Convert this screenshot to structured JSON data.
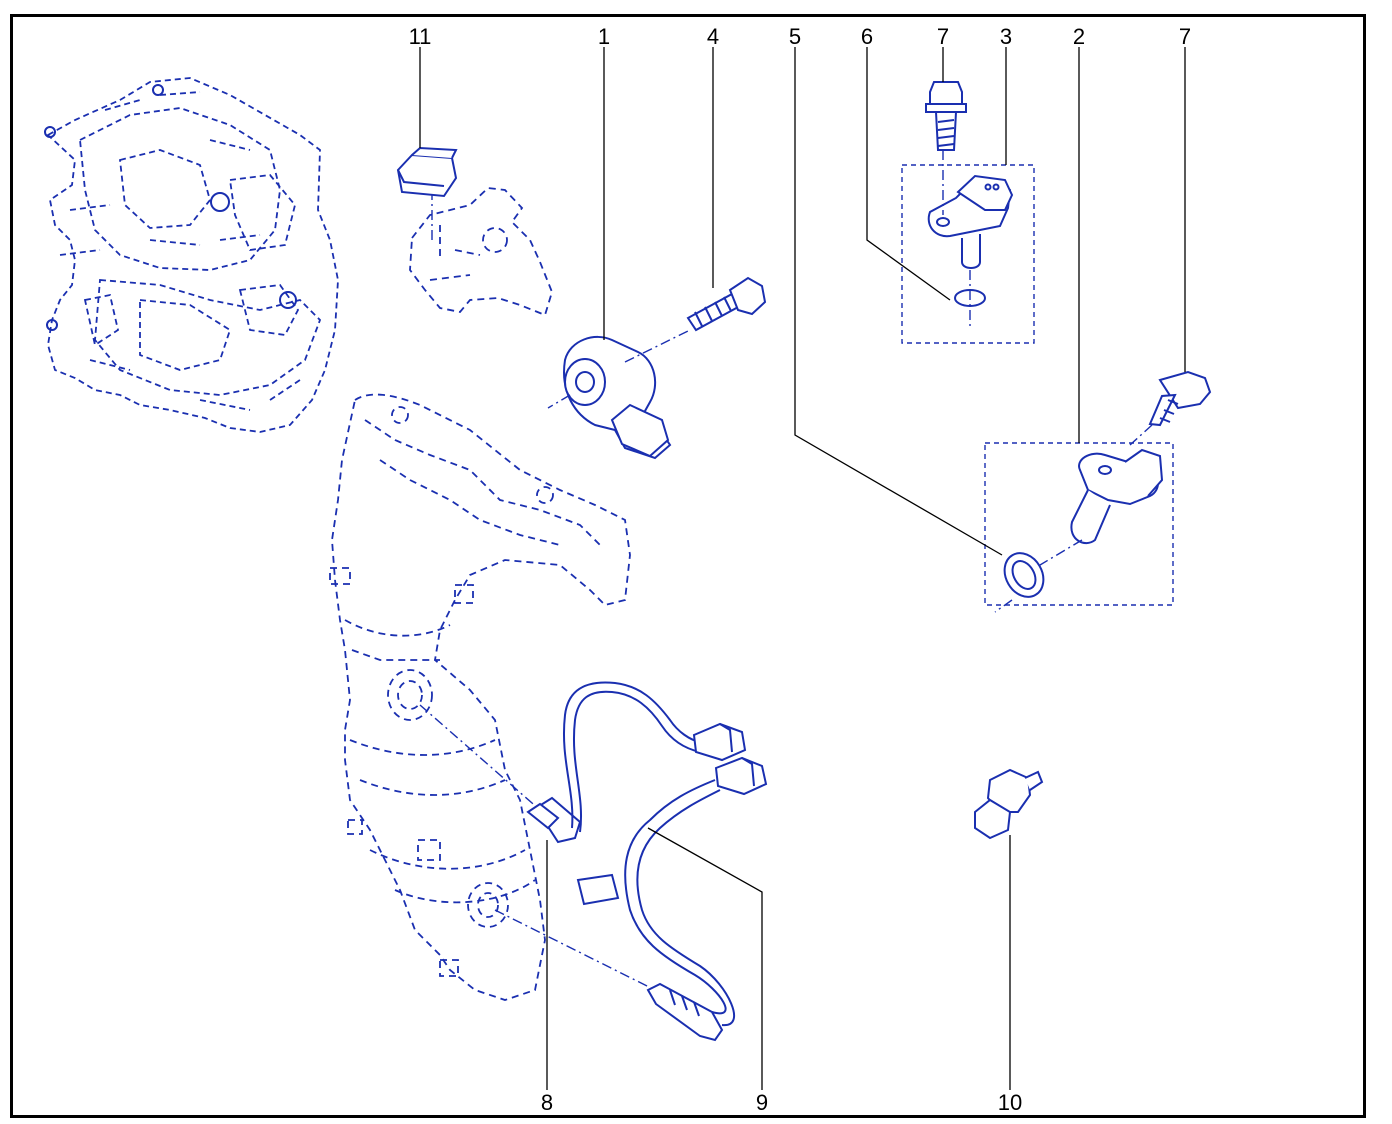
{
  "diagram": {
    "callouts": [
      {
        "id": "11",
        "label": "11"
      },
      {
        "id": "1",
        "label": "1"
      },
      {
        "id": "4",
        "label": "4"
      },
      {
        "id": "5",
        "label": "5"
      },
      {
        "id": "6",
        "label": "6"
      },
      {
        "id": "7a",
        "label": "7"
      },
      {
        "id": "3",
        "label": "3"
      },
      {
        "id": "2",
        "label": "2"
      },
      {
        "id": "7b",
        "label": "7"
      },
      {
        "id": "8",
        "label": "8"
      },
      {
        "id": "9",
        "label": "9"
      },
      {
        "id": "10",
        "label": "10"
      }
    ],
    "colors": {
      "line": "#1a2fb0",
      "callout": "#000000",
      "background": "#ffffff"
    }
  }
}
